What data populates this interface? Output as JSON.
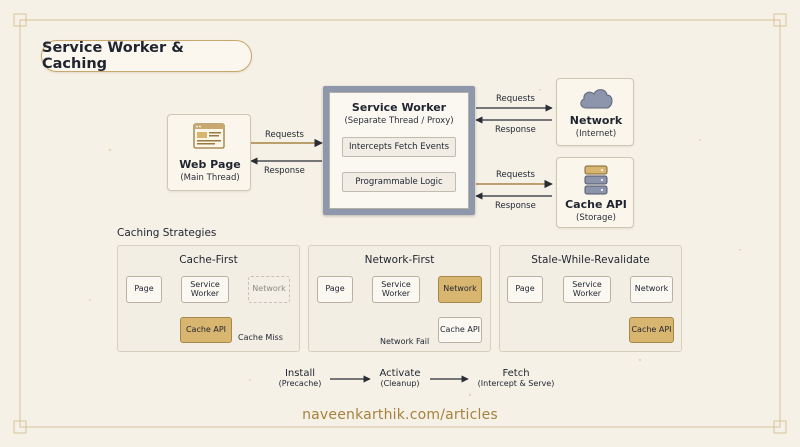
{
  "title": "Service Worker & Caching",
  "web_page": {
    "label": "Web Page",
    "sublabel": "(Main Thread)"
  },
  "service_worker": {
    "label": "Service Worker",
    "sublabel": "(Separate Thread / Proxy)",
    "intercept": "Intercepts Fetch Events",
    "logic": "Programmable Logic"
  },
  "network": {
    "label": "Network",
    "sublabel": "(Internet)"
  },
  "cache_api": {
    "label": "Cache API",
    "sublabel": "(Storage)"
  },
  "arrows": {
    "requests": "Requests",
    "response": "Response"
  },
  "strategies": {
    "heading": "Caching Strategies",
    "cache_first": {
      "title": "Cache-First",
      "page": "Page",
      "sw": "Service Worker",
      "network": "Network",
      "cache": "Cache API",
      "note": "Cache Miss"
    },
    "network_first": {
      "title": "Network-First",
      "page": "Page",
      "sw": "Service Worker",
      "network": "Network",
      "cache": "Cache API",
      "note": "Network Fail"
    },
    "swr": {
      "title": "Stale-While-Revalidate",
      "page": "Page",
      "sw": "Service Worker",
      "network": "Network",
      "cache": "Cache API"
    }
  },
  "lifecycle": [
    {
      "label": "Install",
      "sub": "(Precache)"
    },
    {
      "label": "Activate",
      "sub": "(Cleanup)"
    },
    {
      "label": "Fetch",
      "sub": "(Intercept & Serve)"
    }
  ],
  "footer": "naveenkarthik.com/articles",
  "colors": {
    "background": "#f6f1e6",
    "accent": "#c9a870",
    "highlight": "#d9b670",
    "sw_frame": "#8f97ad"
  }
}
